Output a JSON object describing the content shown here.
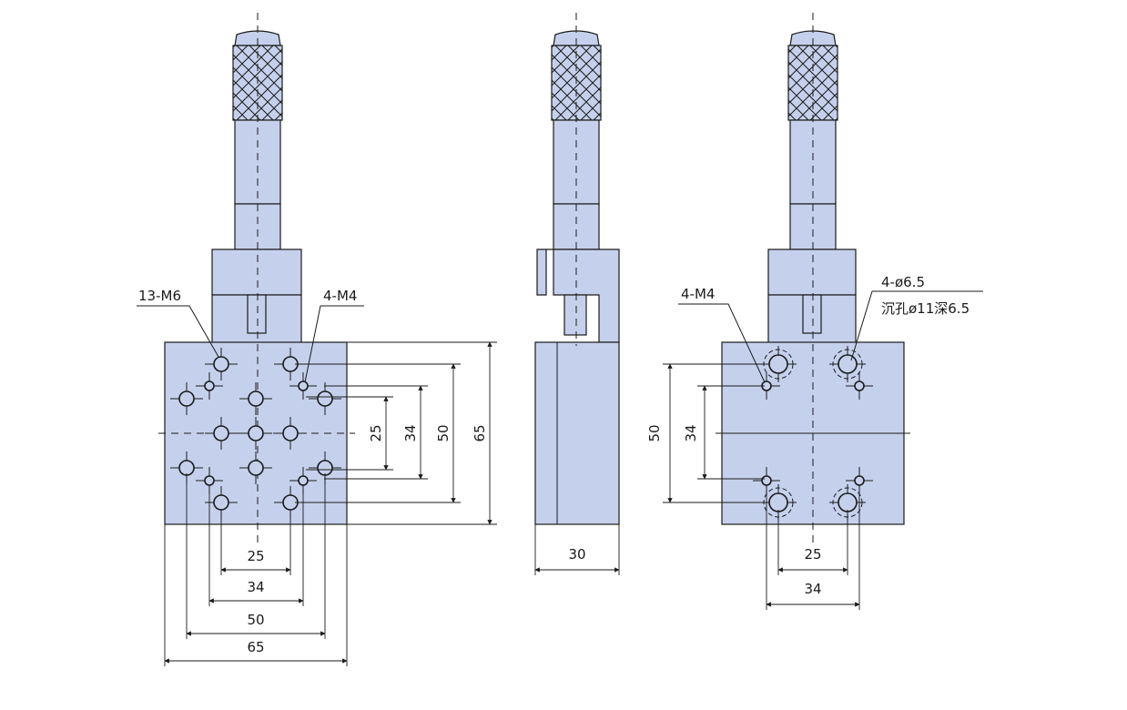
{
  "left_view": {
    "label_holes_m6": "13-M6",
    "label_holes_m4": "4-M4",
    "dim_v_25": "25",
    "dim_v_34": "34",
    "dim_v_50": "50",
    "dim_v_65": "65",
    "dim_h_25": "25",
    "dim_h_34": "34",
    "dim_h_50": "50",
    "dim_h_65": "65"
  },
  "side_view": {
    "dim_width": "30"
  },
  "right_view": {
    "label_m4": "4-M4",
    "label_through": "4-ø6.5",
    "label_counterbore": "沉孔ø11深6.5",
    "dim_v_50": "50",
    "dim_v_34": "34",
    "dim_h_25": "25",
    "dim_h_34": "34"
  },
  "colors": {
    "body": "#c5d1ec",
    "line": "#1a1a1a"
  }
}
